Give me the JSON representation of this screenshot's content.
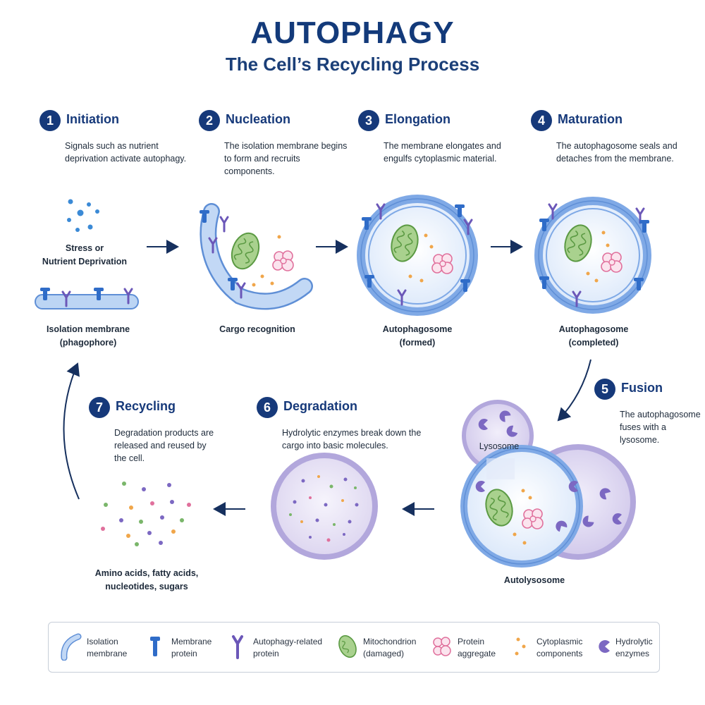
{
  "header": {
    "title": "AUTOPHAGY",
    "subtitle": "The Cell’s Recycling Process"
  },
  "steps": [
    {
      "number": "1",
      "title": "Initiation",
      "description": "Signals such as nutrient deprivation activate autophagy."
    },
    {
      "number": "2",
      "title": "Nucleation",
      "description": "The isolation membrane begins to form and recruits components."
    },
    {
      "number": "3",
      "title": "Elongation",
      "description": "The membrane elongates and engulfs cytoplasmic material."
    },
    {
      "number": "4",
      "title": "Maturation",
      "description": "The autophagosome seals and detaches from the membrane."
    },
    {
      "number": "5",
      "title": "Fusion",
      "description": "The autophagosome fuses with a lysosome."
    },
    {
      "number": "6",
      "title": "Degradation",
      "description": "Hydrolytic enzymes break down the cargo into basic molecules."
    },
    {
      "number": "7",
      "title": "Recycling",
      "description": "Degradation products are released and reused by the cell."
    }
  ],
  "labels": {
    "stress_line1": "Stress or",
    "stress_line2": "Nutrient Deprivation",
    "isolation_line1": "Isolation membrane",
    "isolation_line2": "(phagophore)",
    "cargo": "Cargo recognition",
    "formed_line1": "Autophagosome",
    "formed_line2": "(formed)",
    "completed_line1": "Autophagosome",
    "completed_line2": "(completed)",
    "lysosome": "Lysosome",
    "autolysosome": "Autolysosome",
    "products_line1": "Amino acids, fatty acids,",
    "products_line2": "nucleotides, sugars"
  },
  "legend": [
    {
      "icon": "isolation-membrane-icon",
      "line1": "Isolation",
      "line2": "membrane"
    },
    {
      "icon": "membrane-protein-icon",
      "line1": "Membrane",
      "line2": "protein"
    },
    {
      "icon": "autophagy-protein-icon",
      "line1": "Autophagy-related",
      "line2": "protein"
    },
    {
      "icon": "mitochondrion-icon",
      "line1": "Mitochondrion",
      "line2": "(damaged)"
    },
    {
      "icon": "protein-aggregate-icon",
      "line1": "Protein",
      "line2": "aggregate"
    },
    {
      "icon": "cytoplasmic-components-icon",
      "line1": "Cytoplasmic",
      "line2": "components"
    },
    {
      "icon": "hydrolytic-enzymes-icon",
      "line1": "Hydrolytic",
      "line2": "enzymes"
    }
  ],
  "colors": {
    "title": "#133a7a",
    "step_badge": "#16397a",
    "membrane": "#9cc0ee",
    "membrane_edge": "#5f8fd6",
    "lysosome": "#c7bfe6",
    "mitochondrion": "#a9d18e",
    "aggregate": "#e78ab0",
    "arrow": "#16305e"
  }
}
